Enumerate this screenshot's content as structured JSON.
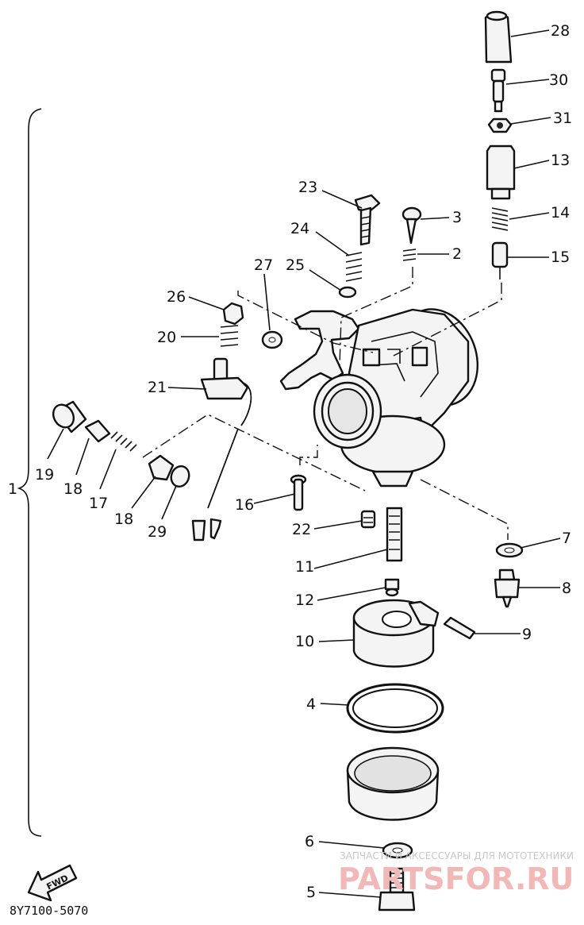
{
  "diagram": {
    "doc_code": "8Y7100-5070",
    "fwd_label": "FWD",
    "assembly_callout": "1",
    "callouts": [
      "28",
      "30",
      "31",
      "13",
      "14",
      "15",
      "23",
      "3",
      "24",
      "2",
      "27",
      "25",
      "26",
      "20",
      "21",
      "19",
      "18",
      "17",
      "18",
      "29",
      "16",
      "22",
      "7",
      "8",
      "11",
      "12",
      "10",
      "9",
      "4",
      "6",
      "5"
    ]
  },
  "watermark": {
    "line1": "ЗАПЧАСТИ И АКСЕССУАРЫ ДЛЯ МОТОТЕХНИКИ",
    "line2": "PARTSFOR.RU"
  }
}
